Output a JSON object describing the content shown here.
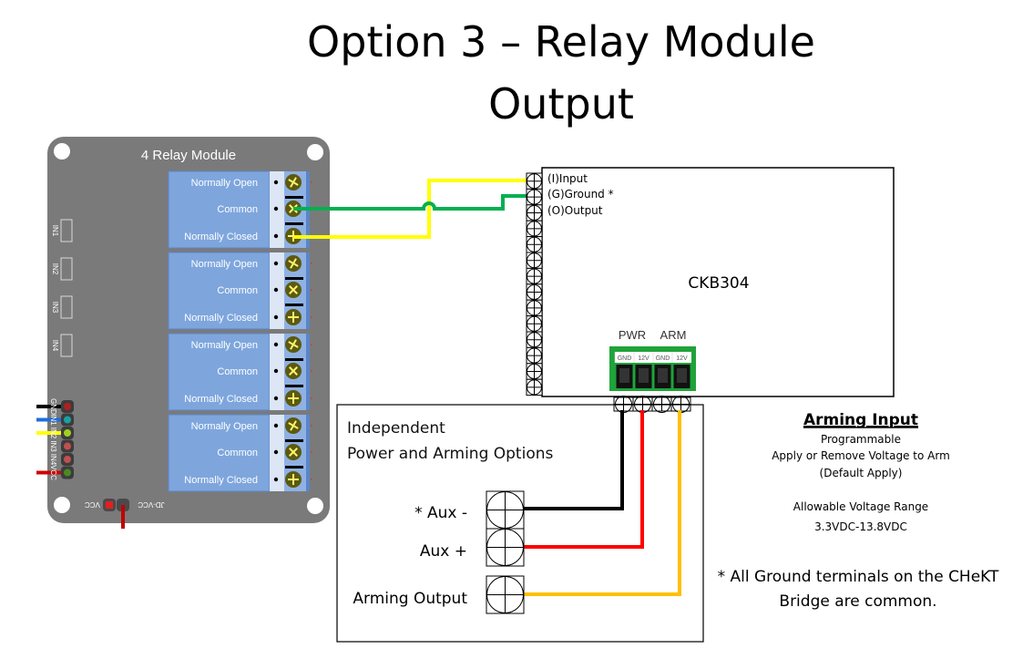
{
  "title": {
    "line1": "Option 3 – Relay Module",
    "line2": "Output"
  },
  "relay_module": {
    "name": "4 Relay Module",
    "relays": [
      {
        "no": "Normally Open",
        "com": "Common",
        "nc": "Normally Closed"
      },
      {
        "no": "Normally Open",
        "com": "Common",
        "nc": "Normally Closed"
      },
      {
        "no": "Normally Open",
        "com": "Common",
        "nc": "Normally Closed"
      },
      {
        "no": "Normally Open",
        "com": "Common",
        "nc": "Normally Closed"
      }
    ],
    "input_leds": [
      "IN1",
      "IN2",
      "IN3",
      "IN4"
    ],
    "header_pins": [
      "GND",
      "IN1",
      "IN2",
      "IN3",
      "IN4",
      "VCC"
    ],
    "jumper_labels": [
      "VCC",
      "JD-VCC"
    ]
  },
  "ckb304": {
    "name": "CKB304",
    "terminals": [
      "(I)Input",
      "(G)Ground *",
      "(O)Output"
    ],
    "pwr_label": "PWR",
    "arm_label": "ARM",
    "terminal_block": [
      "GND",
      "12V",
      "GND",
      "12V"
    ]
  },
  "independent_box": {
    "title_line1": "Independent",
    "title_line2": "Power and Arming Options",
    "aux_minus": "* Aux -",
    "aux_plus": "Aux +",
    "arming_output": "Arming Output"
  },
  "arming_input": {
    "heading": "Arming Input",
    "lines": [
      "Programmable",
      "Apply or Remove Voltage to Arm",
      "(Default Apply)"
    ],
    "range_label": "Allowable Voltage Range",
    "range_value": "3.3VDC-13.8VDC"
  },
  "note": {
    "line1": "* All Ground terminals on the CHeKT",
    "line2": "Bridge are common."
  },
  "colors": {
    "module_gray": "#7a7a7a",
    "relay_blue": "#7ea6dd",
    "screw_olive": "#5c5a10",
    "wire_yellow": "#ffff00",
    "wire_green": "#00b050",
    "wire_black": "#000000",
    "wire_red": "#ff0000",
    "wire_gold": "#ffc000",
    "terminal_green": "#1fa33a"
  }
}
